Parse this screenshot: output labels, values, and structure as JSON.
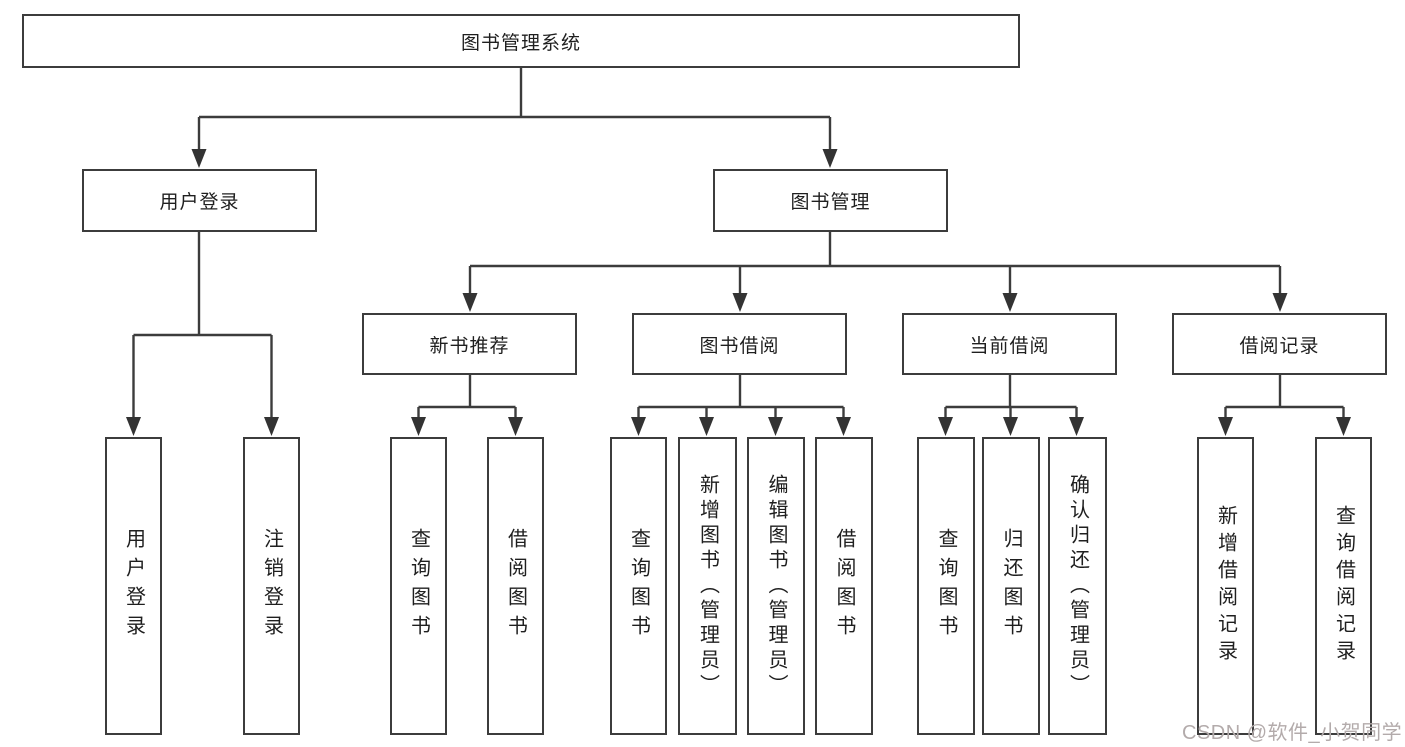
{
  "diagram": {
    "type": "function-tree",
    "root": {
      "label": "图书管理系统"
    },
    "branches": [
      {
        "label": "用户登录",
        "children": [
          {
            "label": "用户登录"
          },
          {
            "label": "注销登录"
          }
        ]
      },
      {
        "label": "图书管理",
        "children": [
          {
            "label": "新书推荐",
            "children": [
              {
                "label": "查询图书"
              },
              {
                "label": "借阅图书"
              }
            ]
          },
          {
            "label": "图书借阅",
            "children": [
              {
                "label": "查询图书"
              },
              {
                "label": "新增图书（管理员）"
              },
              {
                "label": "编辑图书（管理员）"
              },
              {
                "label": "借阅图书"
              }
            ]
          },
          {
            "label": "当前借阅",
            "children": [
              {
                "label": "查询图书"
              },
              {
                "label": "归还图书"
              },
              {
                "label": "确认归还（管理员）"
              }
            ]
          },
          {
            "label": "借阅记录",
            "children": [
              {
                "label": "新增借阅记录"
              },
              {
                "label": "查询借阅记录"
              }
            ]
          }
        ]
      }
    ]
  },
  "watermark": {
    "text": "CSDN @软件_小贺同学"
  },
  "colors": {
    "line": "#3c3c3c",
    "box_border": "#3c3c3c",
    "text": "#1f1f1f",
    "background": "#ffffff",
    "watermark": "#b3abab"
  }
}
